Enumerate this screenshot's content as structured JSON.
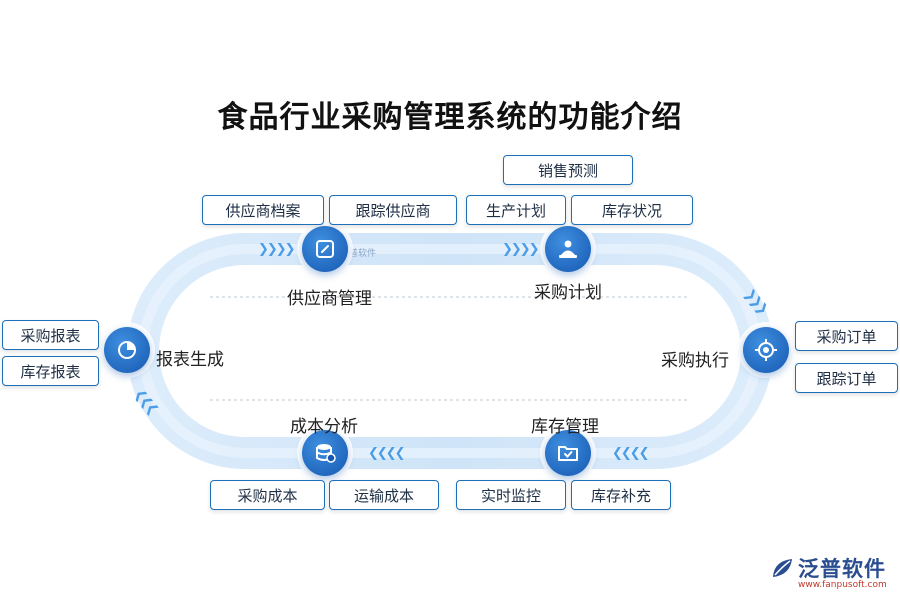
{
  "title": "食品行业采购管理系统的功能介绍",
  "nodes": {
    "supplier": "供应商管理",
    "plan": "采购计划",
    "execute": "采购执行",
    "inventory": "库存管理",
    "cost": "成本分析",
    "report": "报表生成"
  },
  "tags": {
    "supplier_file": "供应商档案",
    "track_supplier": "跟踪供应商",
    "sales_forecast": "销售预测",
    "production_plan": "生产计划",
    "stock_status": "库存状况",
    "purchase_order": "采购订单",
    "track_order": "跟踪订单",
    "realtime_monitor": "实时监控",
    "stock_replenish": "库存补充",
    "purchase_cost": "采购成本",
    "transport_cost": "运输成本",
    "purchase_report": "采购报表",
    "stock_report": "库存报表"
  },
  "watermark": "泛普软件",
  "logo": {
    "name": "泛普软件",
    "url": "www.fanpusoft.com"
  },
  "colors": {
    "accent": "#1d6fb8",
    "node": "#1a63bf",
    "track": "#d9ebfb"
  }
}
